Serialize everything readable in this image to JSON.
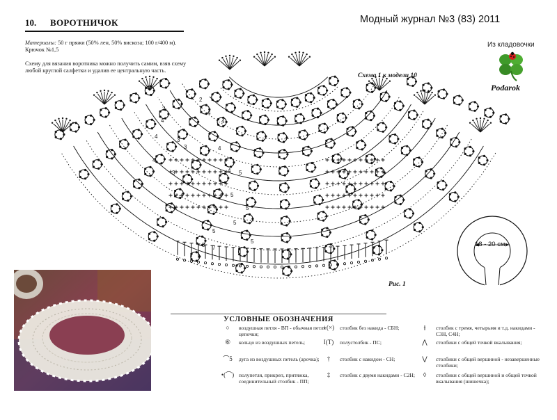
{
  "header": {
    "number": "10.",
    "title": "ВОРОТНИЧОК",
    "magazine": "Модный журнал №3 (83) 2011"
  },
  "materials": {
    "label": "Материалы:",
    "text": " 50 г пряжи (50% лен, 50% вискоза; 100 г/400 м).",
    "hook": "Крючок №1,5"
  },
  "note": "Схему для вязания воротника можно получить самим, взяв схему любой круглой салфетки и удалив ее центральную часть.",
  "scheme_title": "Схема 1 к модели 10",
  "watermark": {
    "text": "Из кладовочки",
    "signature": "Podarok"
  },
  "figure_label": "Рис. 1",
  "size_label": "18 - 20 см",
  "row_numbers": [
    "2",
    "2",
    "4",
    "4",
    "4",
    "4",
    "3",
    "3",
    "4",
    "4",
    "3",
    "4",
    "5",
    "5",
    "5",
    "5",
    "5",
    "5",
    "5",
    "7"
  ],
  "legend": {
    "title": "УСЛОВНЫЕ ОБОЗНАЧЕНИЯ",
    "items": [
      {
        "sym": "○",
        "text": "воздушная петля - ВП - обычная петля цепочки;"
      },
      {
        "sym": "⑥",
        "text": "кольцо из воздушных петель;"
      },
      {
        "sym": "⌒5",
        "text": "дуга из воздушных петель (арочка);"
      },
      {
        "sym": "•(⌒)",
        "text": "полупетля, прикреп, притяжка, соединительный столбик - ПП;"
      },
      {
        "sym": "+(×)",
        "text": "столбик без накида - СБН;"
      },
      {
        "sym": "I(T)",
        "text": "полустолбик - ПС;"
      },
      {
        "sym": "†",
        "text": "столбик с накидом - СН;"
      },
      {
        "sym": "‡",
        "text": "столбик с двумя накидами - С2Н;"
      },
      {
        "sym": "⫲",
        "text": "столбик с тремя, четырьмя и т.д. накидами - С3Н, С4Н;"
      },
      {
        "sym": "⋀",
        "text": "столбики с общей точкой вкалывания;"
      },
      {
        "sym": "⋁",
        "text": "столбики с общей вершиной - незавершенные столбики;"
      },
      {
        "sym": "◊",
        "text": "столбики с общей вершиной и общей точкой вкалывания (шишечка);"
      }
    ]
  },
  "colors": {
    "ink": "#111111",
    "photo_bg": "#8a4a4e",
    "lace": "#f2f0ea",
    "clover": "#3f9a2a",
    "ladybug": "#d81e1e"
  }
}
